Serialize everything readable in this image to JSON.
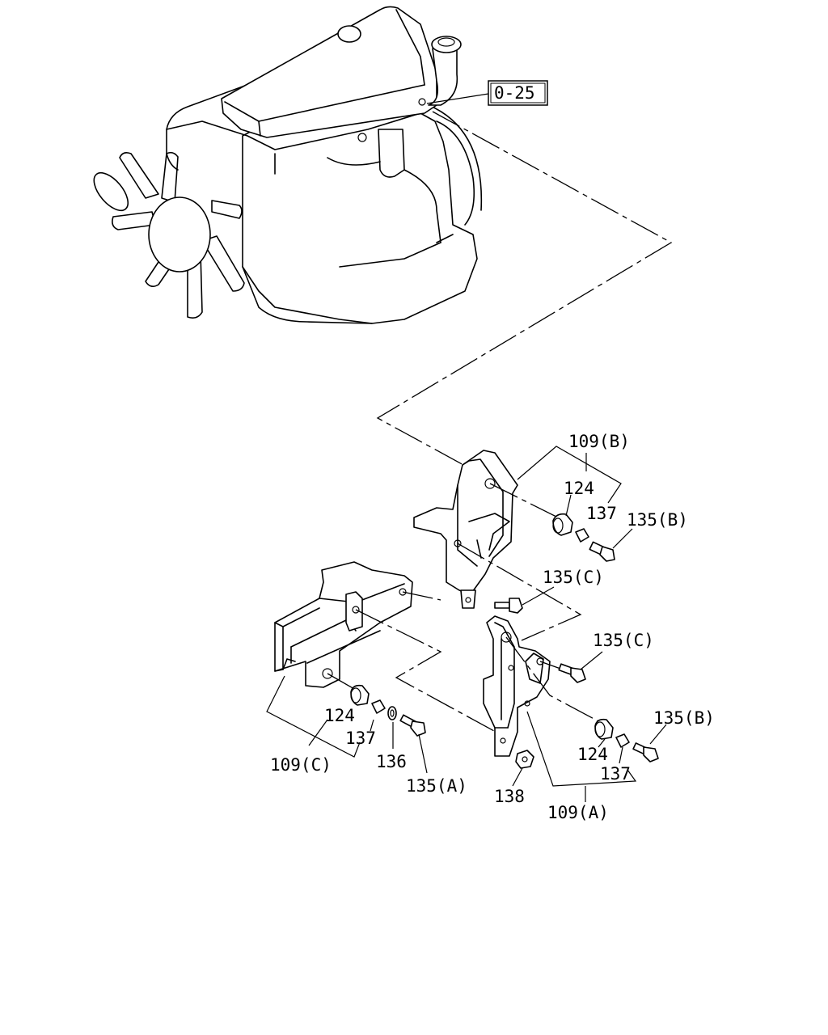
{
  "reference_box": {
    "text": "0-25"
  },
  "labels": {
    "l109b": "109(B)",
    "l124_top": "124",
    "l137_top": "137",
    "l135b_top": "135(B)",
    "l135c_mid": "135(C)",
    "l135c_right": "135(C)",
    "l135b_right": "135(B)",
    "l124_left": "124",
    "l137_left": "137",
    "l109c": "109(C)",
    "l136": "136",
    "l135a": "135(A)",
    "l138": "138",
    "l124_right": "124",
    "l137_right": "137",
    "l109a": "109(A)"
  }
}
